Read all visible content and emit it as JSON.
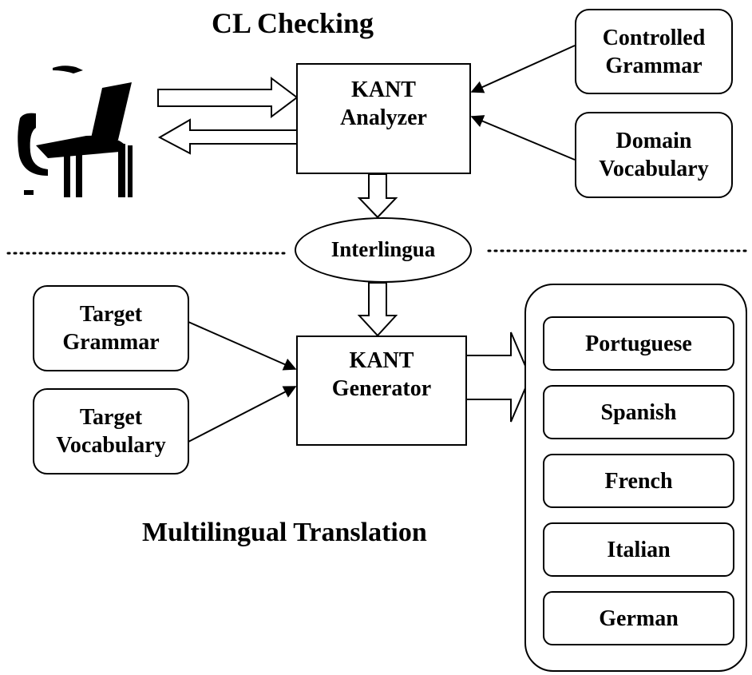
{
  "diagram": {
    "section_titles": {
      "cl_checking": "CL Checking",
      "multilingual": "Multilingual Translation"
    },
    "analyzer": {
      "line1": "KANT",
      "line2": "Analyzer"
    },
    "generator": {
      "line1": "KANT",
      "line2": "Generator"
    },
    "interlingua": "Interlingua",
    "controlled_grammar": {
      "line1": "Controlled",
      "line2": "Grammar"
    },
    "domain_vocabulary": {
      "line1": "Domain",
      "line2": "Vocabulary"
    },
    "target_grammar": {
      "line1": "Target",
      "line2": "Grammar"
    },
    "target_vocabulary": {
      "line1": "Target",
      "line2": "Vocabulary"
    },
    "languages": [
      "Portuguese",
      "Spanish",
      "French",
      "Italian",
      "German"
    ]
  }
}
